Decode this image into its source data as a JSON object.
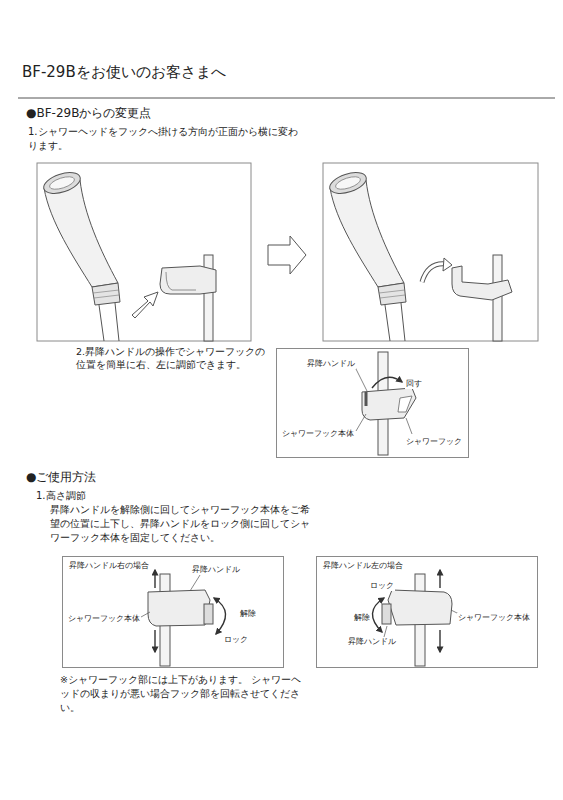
{
  "diagram": {
    "title": "BF-29Bをお使いのお客さまへ",
    "nodes": [
      {
        "text": [
          "昇降ハンドル",
          "回す",
          "シャワーフック本体",
          "シャワーフック"
        ]
      },
      {
        "text": [
          "昇降ハンドル右の場合",
          "昇降ハンドル",
          "シャワーフック本体",
          "解除",
          "ロック"
        ]
      },
      {
        "text": [
          "昇降ハンドル左の場合",
          "ロック",
          "解除",
          "昇降ハンドル",
          "シャワーフック本体"
        ]
      }
    ],
    "labels": [
      "●BF-29Bからの変更点",
      "1.シャワーヘッドをフックへ掛ける方向が正面から横に変わります。",
      "2.昇降ハンドルの操作でシャワーフックの位置を簡単に右、左に調節できます。",
      "●ご使用方法",
      "1.高さ調節",
      "昇降ハンドルを解除側に回してシャワーフック本体をご希望の位置に上下し、昇降ハンドルをロック側に回してシャワーフック本体を固定してください。",
      "※シャワーフック部には上下があります。 シャワーヘッドの収まりが悪い場合フック部を回転させてください。"
    ]
  }
}
